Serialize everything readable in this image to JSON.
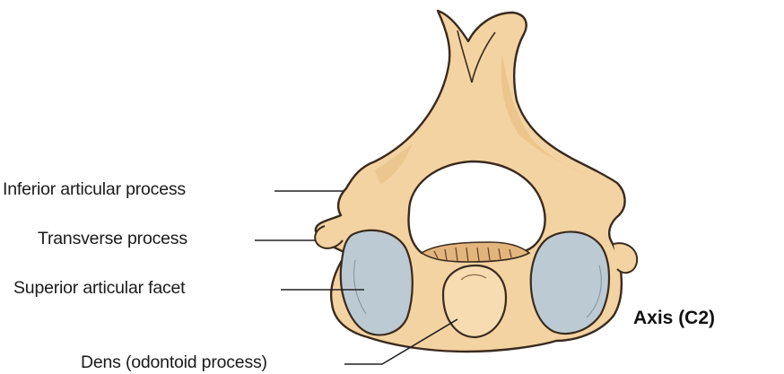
{
  "title": "Axis (C2)",
  "labels": {
    "inferior_articular": "Inferior articular process",
    "transverse": "Transverse process",
    "superior_facet": "Superior articular facet",
    "dens": "Dens (odontoid process)"
  },
  "colors": {
    "bone": "#f3d3a1",
    "bone_shadow": "#e6b97e",
    "facet": "#bccbd3",
    "outline": "#3a2a1e",
    "leader": "#222222"
  }
}
